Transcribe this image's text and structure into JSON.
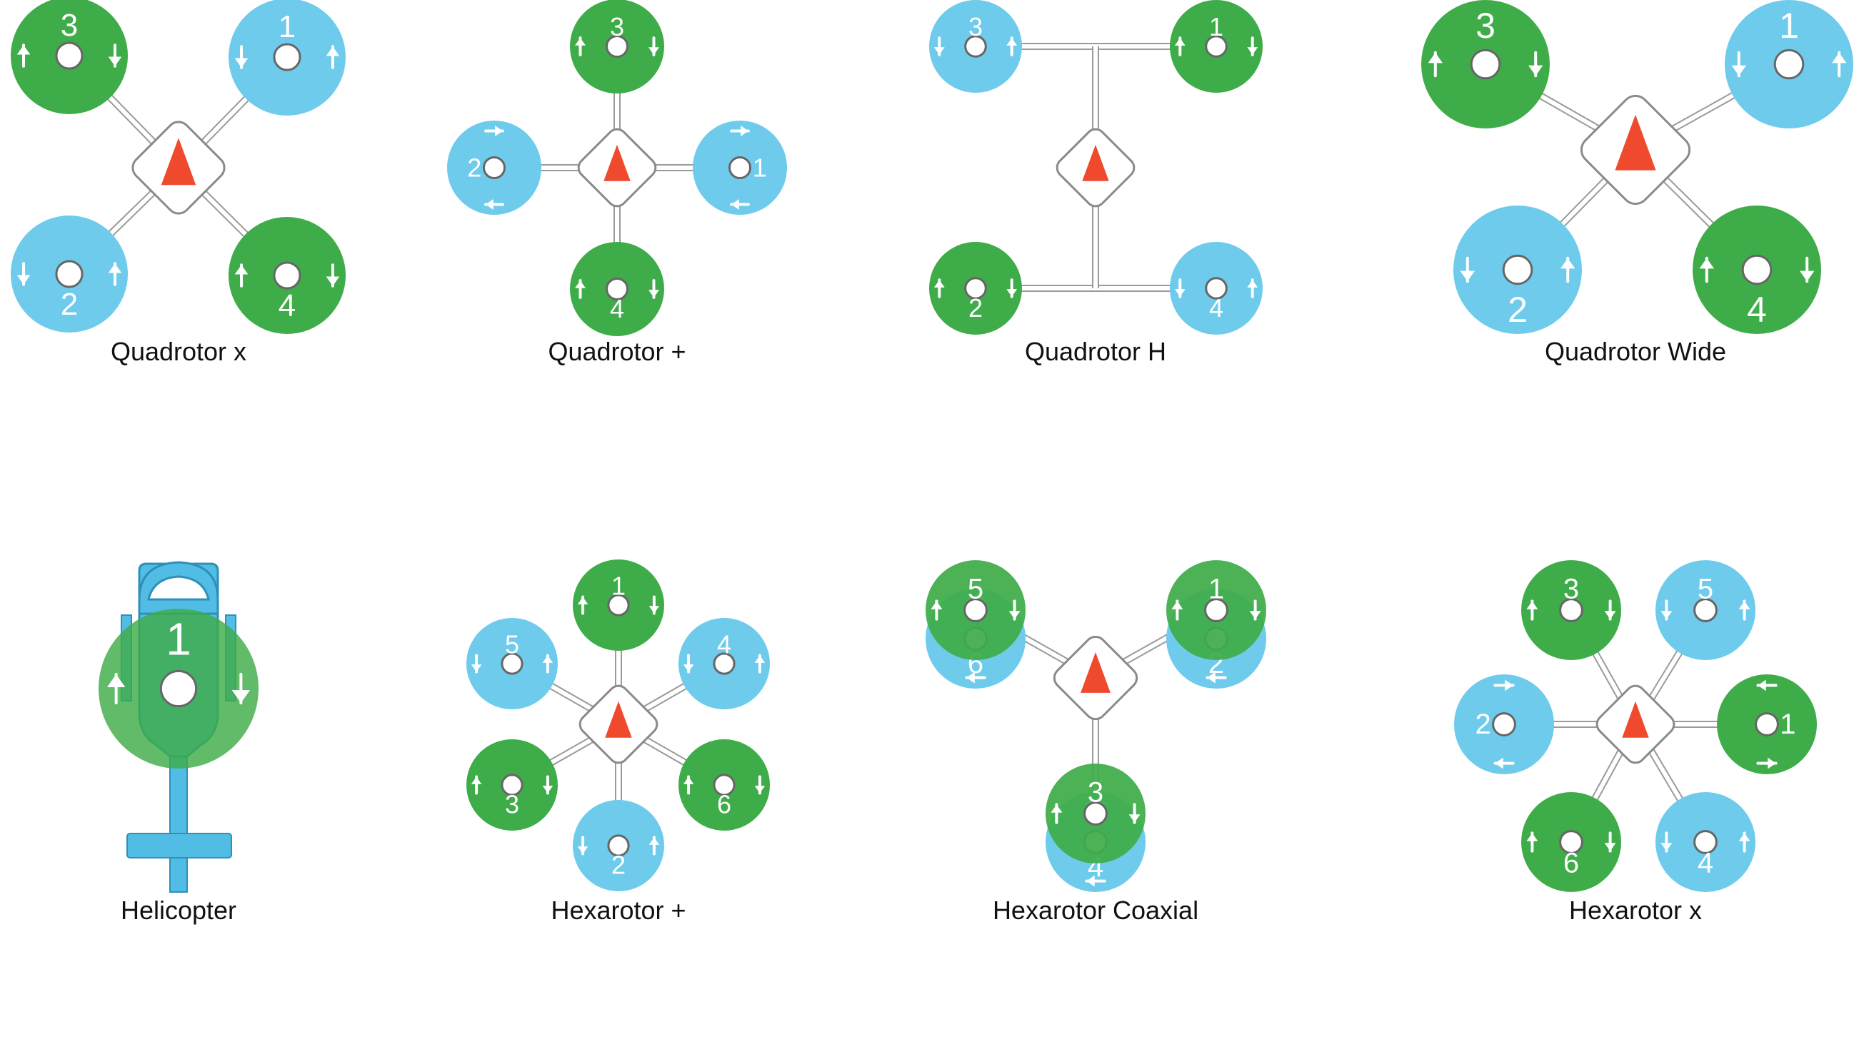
{
  "colors": {
    "green_rotor": "#3eac48",
    "blue_rotor": "#6ecbec",
    "dark_green": "#1f9a3a",
    "heli_blue": "#52bde4",
    "nose_triangle": "#f04a2e",
    "hub_border": "#8a8a8a",
    "caption": "#111111"
  },
  "frames": [
    {
      "id": "quad-x",
      "name": "Quadrotor x",
      "motors": [
        {
          "n": "3",
          "color": "green",
          "dir": "cw"
        },
        {
          "n": "1",
          "color": "blue",
          "dir": "ccw"
        },
        {
          "n": "2",
          "color": "blue",
          "dir": "ccw"
        },
        {
          "n": "4",
          "color": "green",
          "dir": "cw"
        }
      ]
    },
    {
      "id": "quad-plus",
      "name": "Quadrotor +",
      "motors": [
        {
          "n": "3",
          "color": "green",
          "dir": "cw"
        },
        {
          "n": "2",
          "color": "blue",
          "dir": "ccw"
        },
        {
          "n": "1",
          "color": "blue",
          "dir": "ccw"
        },
        {
          "n": "4",
          "color": "green",
          "dir": "cw"
        }
      ]
    },
    {
      "id": "quad-h",
      "name": "Quadrotor H",
      "motors": [
        {
          "n": "3",
          "color": "blue",
          "dir": "ccw"
        },
        {
          "n": "1",
          "color": "green",
          "dir": "cw"
        },
        {
          "n": "2",
          "color": "green",
          "dir": "cw"
        },
        {
          "n": "4",
          "color": "blue",
          "dir": "ccw"
        }
      ]
    },
    {
      "id": "quad-wide",
      "name": "Quadrotor Wide",
      "motors": [
        {
          "n": "3",
          "color": "green",
          "dir": "cw"
        },
        {
          "n": "1",
          "color": "blue",
          "dir": "ccw"
        },
        {
          "n": "2",
          "color": "blue",
          "dir": "ccw"
        },
        {
          "n": "4",
          "color": "green",
          "dir": "cw"
        }
      ]
    },
    {
      "id": "helicopter",
      "name": "Helicopter",
      "motors": [
        {
          "n": "1",
          "color": "green",
          "dir": "cw"
        }
      ]
    },
    {
      "id": "hex-plus",
      "name": "Hexarotor +",
      "motors": [
        {
          "n": "1",
          "color": "green",
          "dir": "cw"
        },
        {
          "n": "5",
          "color": "blue",
          "dir": "ccw"
        },
        {
          "n": "4",
          "color": "blue",
          "dir": "ccw"
        },
        {
          "n": "3",
          "color": "green",
          "dir": "cw"
        },
        {
          "n": "6",
          "color": "green",
          "dir": "cw"
        },
        {
          "n": "2",
          "color": "blue",
          "dir": "ccw"
        }
      ]
    },
    {
      "id": "hex-coax",
      "name": "Hexarotor Coaxial",
      "motors": [
        {
          "n": "5",
          "color": "green",
          "dir": "cw"
        },
        {
          "n": "6",
          "color": "blue",
          "dir": "ccw"
        },
        {
          "n": "1",
          "color": "green",
          "dir": "cw"
        },
        {
          "n": "2",
          "color": "blue",
          "dir": "ccw"
        },
        {
          "n": "3",
          "color": "green",
          "dir": "cw"
        },
        {
          "n": "4",
          "color": "blue",
          "dir": "ccw"
        }
      ]
    },
    {
      "id": "hex-x",
      "name": "Hexarotor x",
      "motors": [
        {
          "n": "3",
          "color": "green",
          "dir": "cw"
        },
        {
          "n": "5",
          "color": "blue",
          "dir": "ccw"
        },
        {
          "n": "2",
          "color": "blue",
          "dir": "ccw"
        },
        {
          "n": "1",
          "color": "green",
          "dir": "cw"
        },
        {
          "n": "6",
          "color": "green",
          "dir": "cw"
        },
        {
          "n": "4",
          "color": "blue",
          "dir": "ccw"
        }
      ]
    }
  ]
}
